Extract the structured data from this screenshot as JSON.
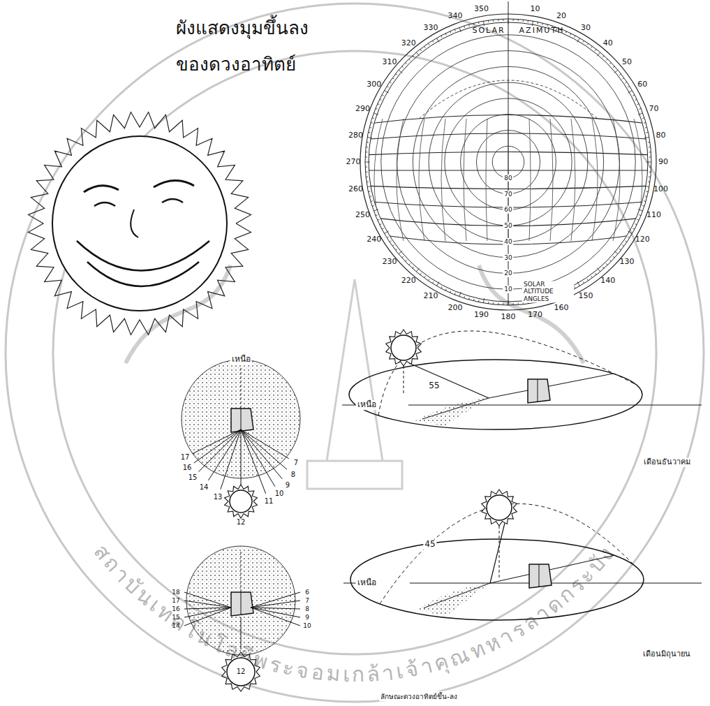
{
  "diagram": {
    "title": "ผังแสดงมุมขึ้นลง ของดวงอาทิตย์",
    "caption": "ลักษณะดวงอาทิตย์ขึ้น-ลง",
    "labels": [
      "SOLAR",
      "AZIMUTH",
      "10",
      "20",
      "30",
      "40",
      "50",
      "60",
      "70",
      "80",
      "90",
      "100",
      "110",
      "120",
      "130",
      "140",
      "150",
      "160",
      "170",
      "180",
      "190",
      "200",
      "210",
      "220",
      "230",
      "240",
      "250",
      "260",
      "270",
      "280",
      "290",
      "300",
      "310",
      "320",
      "330",
      "340",
      "350",
      "SOLAR ALTITUDE ANGLES",
      "10",
      "20",
      "30",
      "40",
      "50",
      "60",
      "70",
      "80",
      "เหนือ",
      "17",
      "16",
      "15",
      "14",
      "13",
      "12",
      "11",
      "10",
      "9",
      "8",
      "7",
      "เหนือ",
      "55",
      "เดือนธันวาคม",
      "18",
      "17",
      "16",
      "15",
      "14",
      "12",
      "6",
      "7",
      "8",
      "9",
      "10",
      "เหนือ",
      "45",
      "เดือนมิถุนายน",
      "สถาบันเทคโนโลยีพระจอมเกล้าเจ้าคุณทหารลาดกระบัง"
    ]
  }
}
